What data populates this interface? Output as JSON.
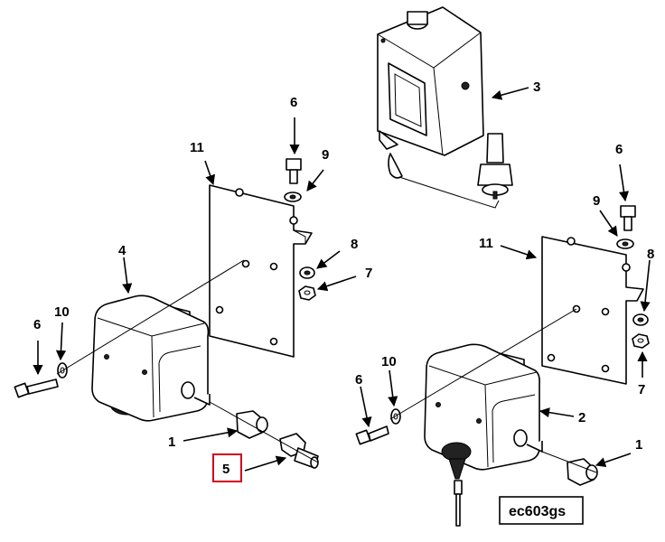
{
  "labels": {
    "l1a": "1",
    "l1b": "1",
    "l2": "2",
    "l3": "3",
    "l4": "4",
    "l5": "5",
    "l6a": "6",
    "l6b": "6",
    "l6c": "6",
    "l7a": "7",
    "l7b": "7",
    "l8a": "8",
    "l8b": "8",
    "l9a": "9",
    "l9b": "9",
    "l10a": "10",
    "l10b": "10",
    "l11a": "11",
    "l11b": "11"
  },
  "figure_id": "ec603gs",
  "highlight_color": "#d0021b"
}
